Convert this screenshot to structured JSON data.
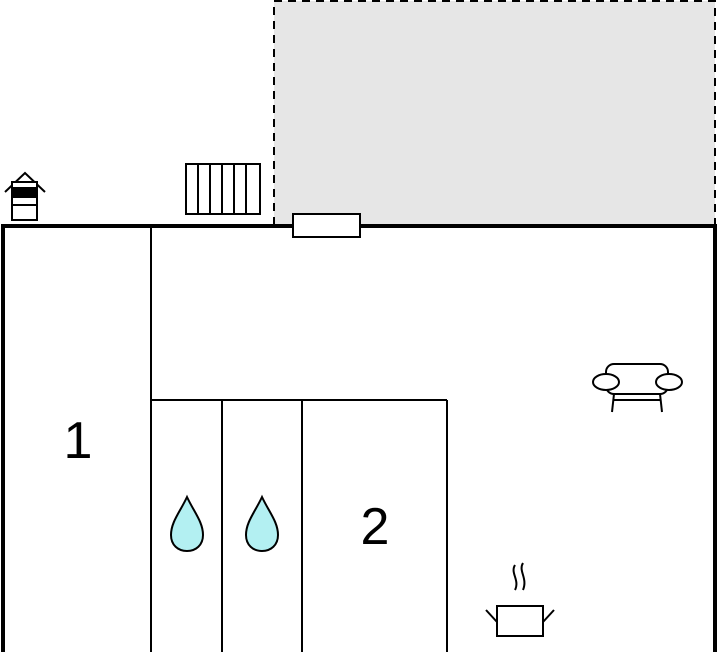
{
  "rooms": {
    "bedroom_1": {
      "label": "1"
    },
    "bedroom_2": {
      "label": "2"
    }
  },
  "icons": {
    "terrace": "dashed-terrace-area",
    "birdhouse": "birdhouse-icon",
    "fence": "fence-icon",
    "door": "entrance-door-icon",
    "sofa": "sofa-icon",
    "water_1": "water-drop-icon",
    "water_2": "water-drop-icon",
    "kitchen": "cooking-pot-icon"
  },
  "colors": {
    "terrace_fill": "#e6e6e6",
    "wall": "#000000",
    "water": "#b3f0f2"
  }
}
